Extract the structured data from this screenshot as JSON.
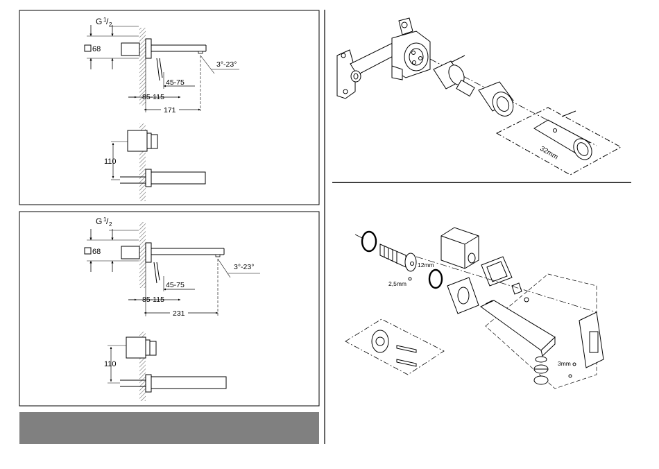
{
  "panel_top_left": {
    "thread_label": "G",
    "thread_num": "1",
    "thread_den": "2",
    "square_label": "68",
    "dim_small": "45-75",
    "dim_mid": "85-115",
    "dim_total": "171",
    "angle": "3°-23°",
    "height": "110"
  },
  "panel_bottom_left": {
    "thread_label": "G",
    "thread_num": "1",
    "thread_den": "2",
    "square_label": "68",
    "dim_small": "45-75",
    "dim_mid": "85-115",
    "dim_total": "231",
    "angle": "3°-23°",
    "height": "110"
  },
  "panel_top_right": {
    "wrench_size": "32mm"
  },
  "panel_bottom_right": {
    "hole_size": "12mm",
    "screw_size": "2,5mm",
    "hex_size": "3mm"
  },
  "colors": {
    "line": "#000000",
    "hatch": "#6e6e6e",
    "footer_bar": "#808080",
    "background": "#ffffff"
  }
}
